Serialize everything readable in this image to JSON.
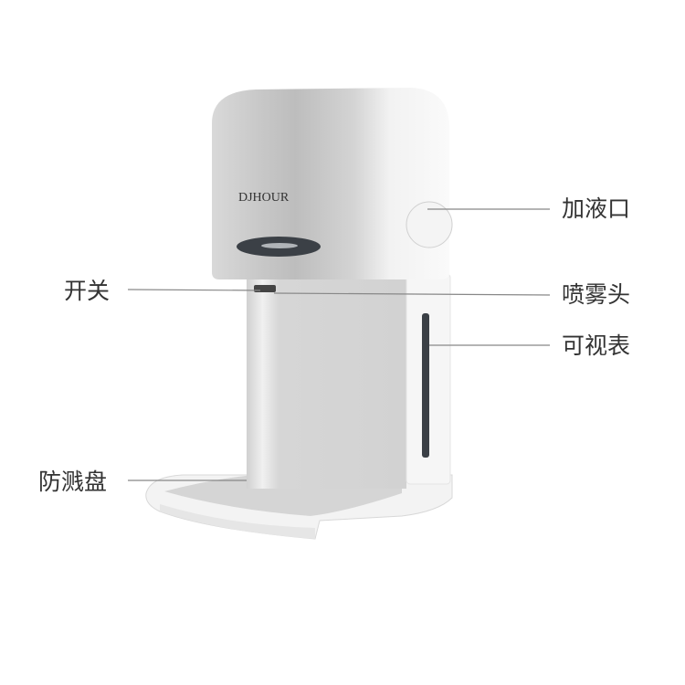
{
  "brand": "DJHOUR",
  "labels": {
    "refill_port": "加液口",
    "switch": "开关",
    "spray_nozzle": "喷雾头",
    "level_window": "可视表",
    "splash_tray": "防溅盘"
  }
}
